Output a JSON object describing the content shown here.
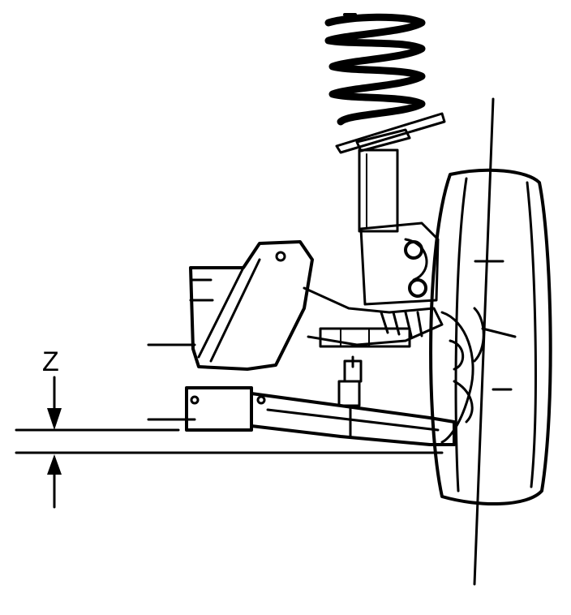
{
  "diagram": {
    "dimension_label": "Z",
    "line_color": "#000000",
    "background": "#ffffff",
    "parts": [
      "coil-spring",
      "strut",
      "wheel-tire",
      "subframe",
      "lower-control-arm",
      "drive-axle",
      "ball-joint",
      "steering-knuckle"
    ]
  }
}
